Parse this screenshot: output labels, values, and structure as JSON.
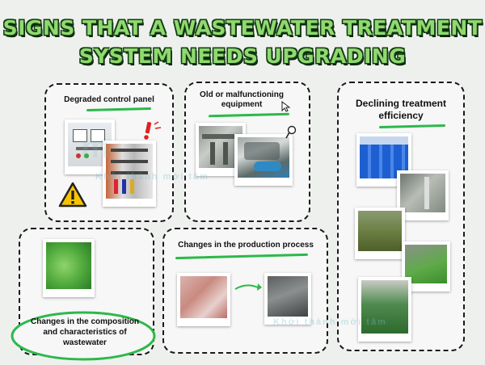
{
  "title": {
    "line1": "Signs that a wastewater treatment",
    "line2": "system needs upgrading"
  },
  "cards": {
    "control_panel": {
      "label": "Degraded control panel"
    },
    "equipment": {
      "label_line1": "Old or malfunctioning",
      "label_line2": "equipment"
    },
    "efficiency": {
      "label_line1": "Declining treatment",
      "label_line2": "efficiency"
    },
    "composition": {
      "label_line1": "Changes in the composition",
      "label_line2": "and characteristics of",
      "label_line3": "wastewater"
    },
    "production": {
      "label": "Changes in the production process"
    }
  },
  "watermark": {
    "sub": "Khởi thành mới tâm"
  },
  "colors": {
    "accent_green": "#2db84b",
    "title_fill": "#8fd96f",
    "title_outline": "#123a12"
  }
}
